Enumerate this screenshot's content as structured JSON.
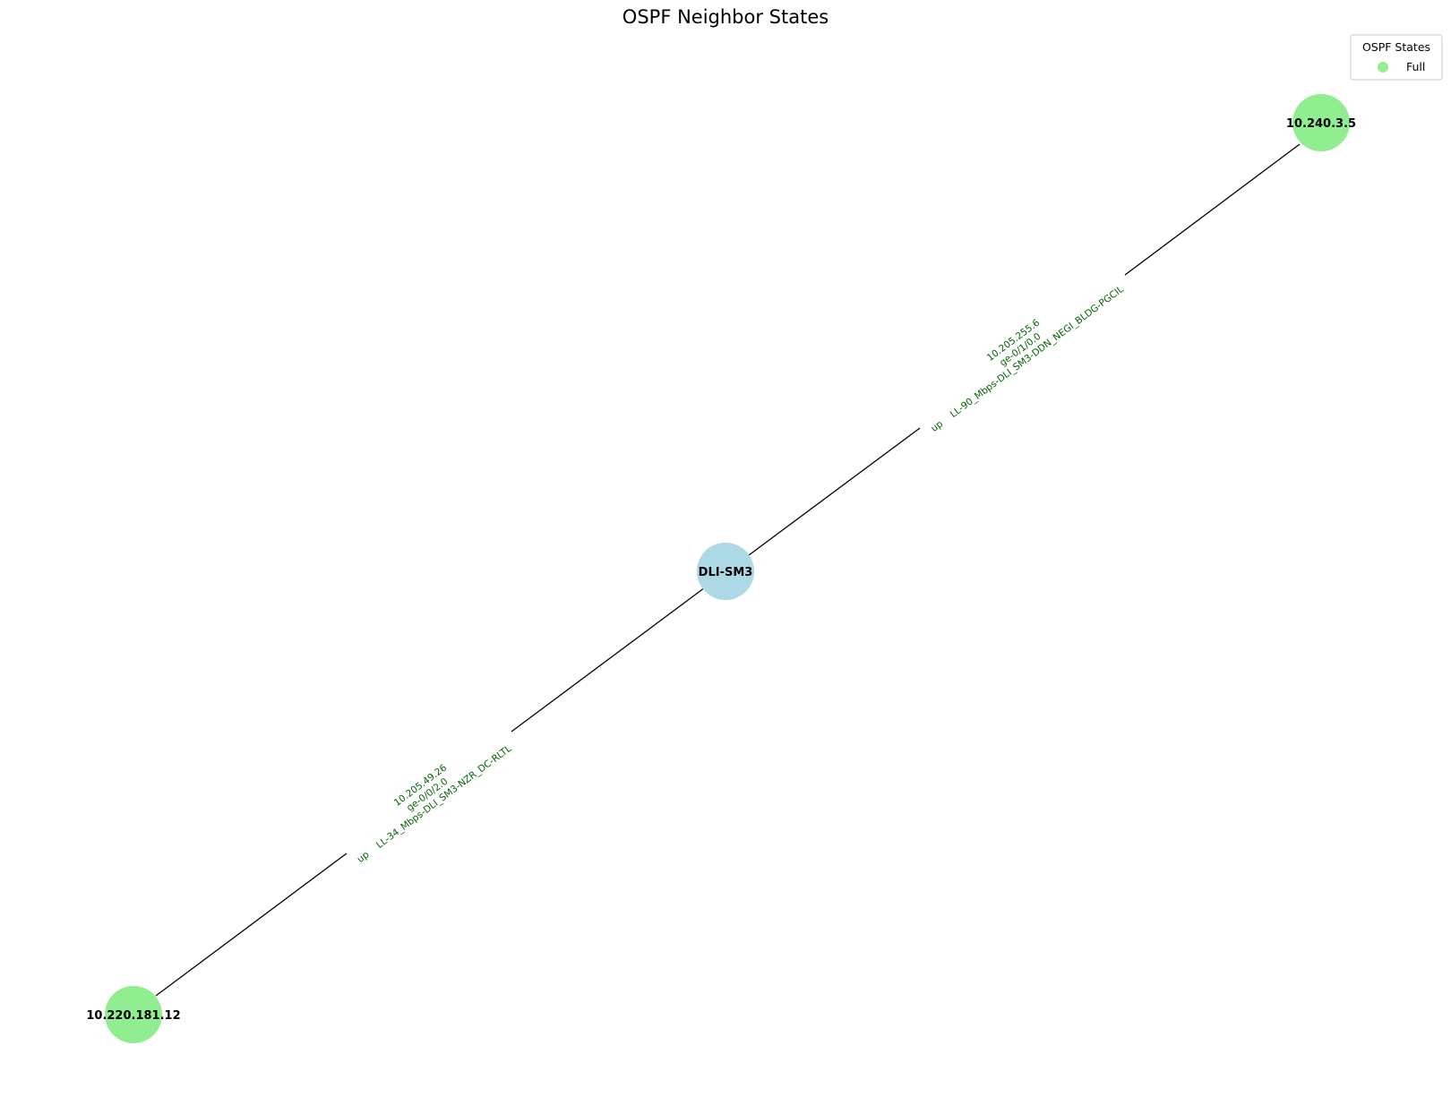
{
  "title": "OSPF Neighbor States",
  "legend": {
    "title": "OSPF States",
    "items": [
      {
        "label": "Full",
        "color": "#90ee90"
      }
    ]
  },
  "nodes": [
    {
      "id": "center",
      "label": "DLI-SM3",
      "color": "#add8e6"
    },
    {
      "id": "n1",
      "label": "10.240.3.5",
      "color": "#90ee90",
      "state": "Full"
    },
    {
      "id": "n2",
      "label": "10.220.181.12",
      "color": "#90ee90",
      "state": "Full"
    }
  ],
  "edges": [
    {
      "from": "center",
      "to": "n1",
      "label_lines": [
        "10.205.255.6",
        "ge-0/1/0.0",
        "up    LL-90_Mbps-DLI_SM3-DDN_NEGI_BLDG-PGCIL"
      ]
    },
    {
      "from": "center",
      "to": "n2",
      "label_lines": [
        "10.205.49.26",
        "ge-0/0/2.0",
        "up    LL-34_Mbps-DLI_SM3-NZR_DC-RLTL"
      ]
    }
  ],
  "colors": {
    "edge": "#000000",
    "edge_label": "#006400"
  }
}
